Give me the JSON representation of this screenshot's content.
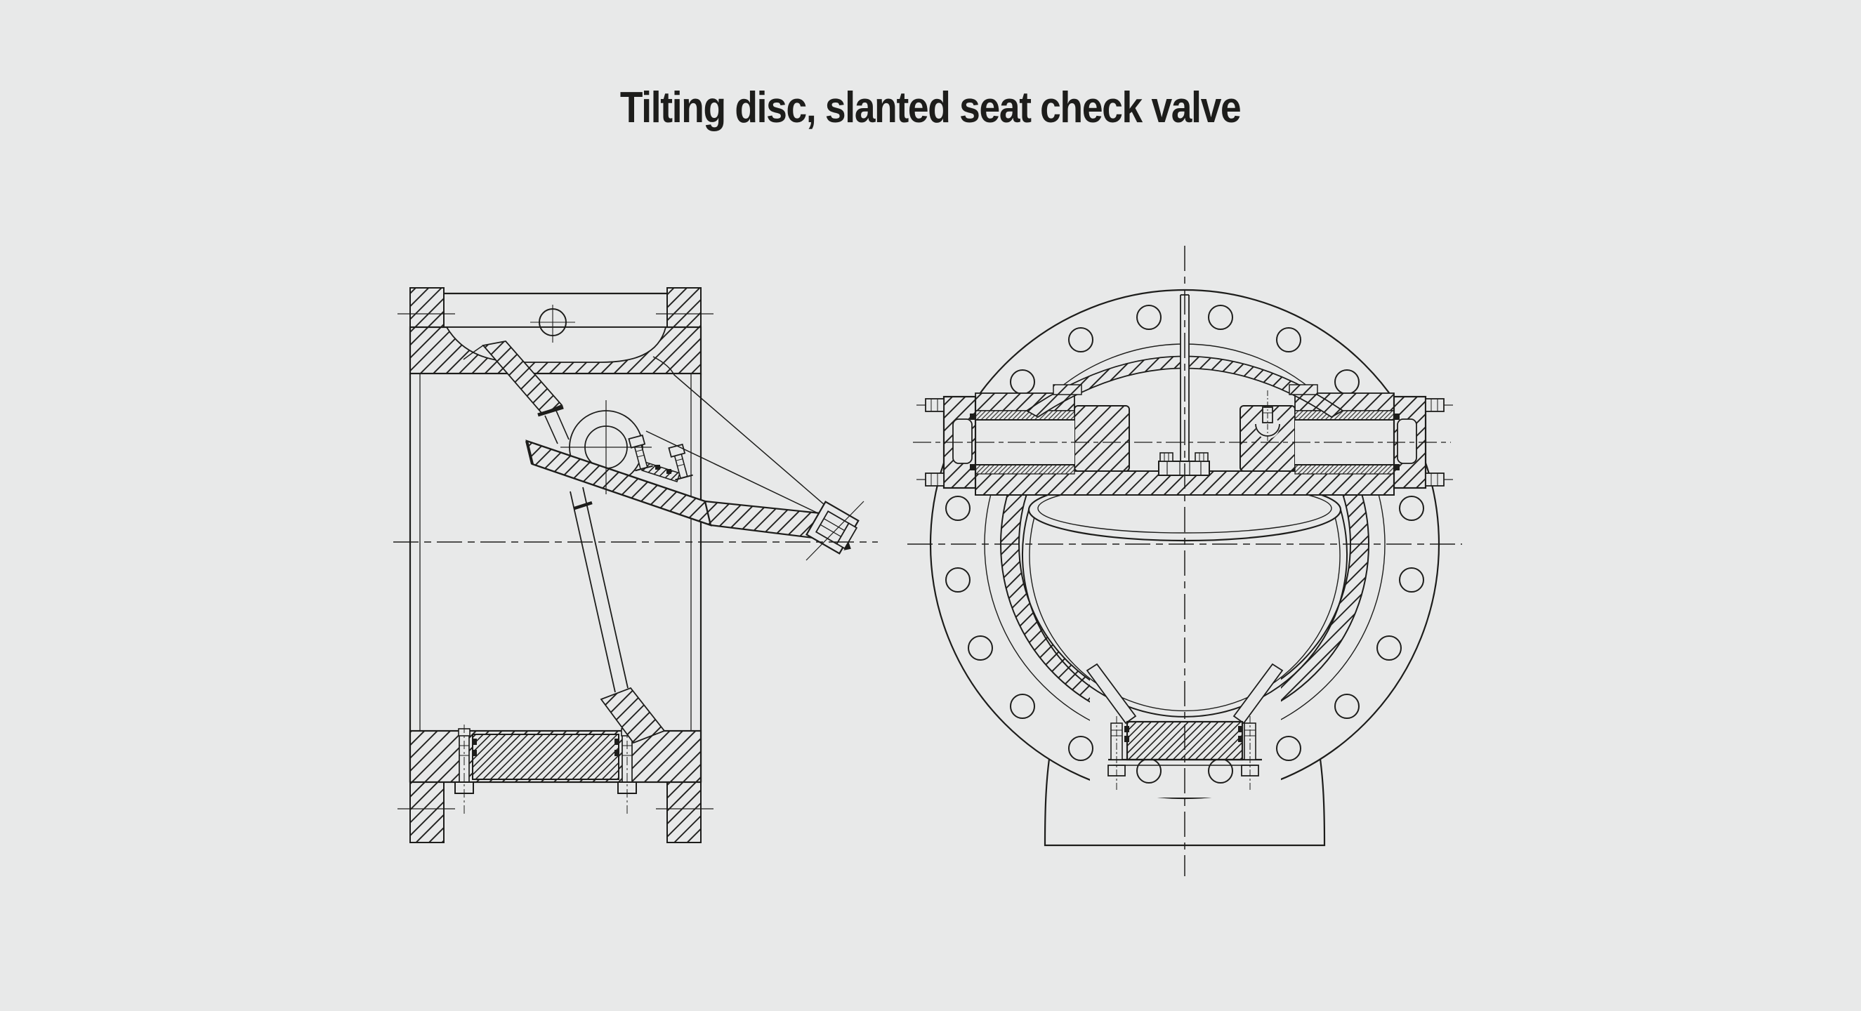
{
  "title": {
    "text": "Tilting disc, slanted seat check valve"
  },
  "colors": {
    "background": "#e8e9e9",
    "ink": "#1d1d1b"
  },
  "drawing": {
    "type": "engineering-cross-section",
    "views_count": 2
  }
}
